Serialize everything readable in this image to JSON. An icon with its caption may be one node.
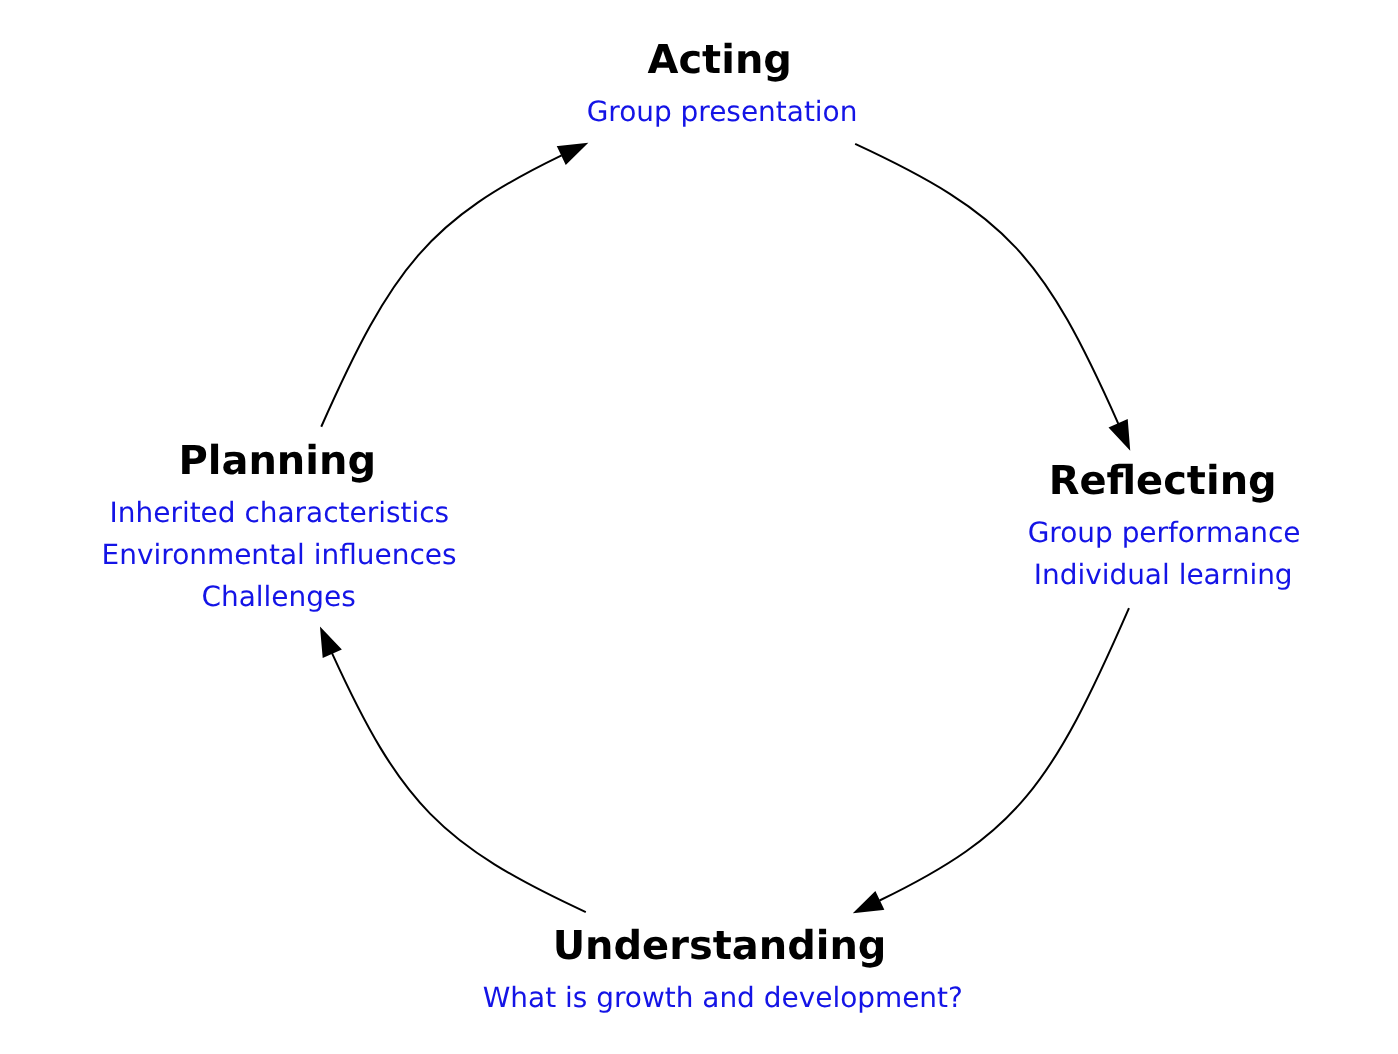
{
  "diagram": {
    "nodes": [
      {
        "text": [
          "Understanding",
          "What is growth and development?"
        ]
      },
      {
        "text": [
          "Planning",
          "Inherited characteristics",
          "Environmental influences",
          "Challenges"
        ]
      },
      {
        "text": [
          "Acting",
          "Group presentation"
        ]
      },
      {
        "text": [
          "Reflecting",
          "Group performance",
          "Individual learning"
        ]
      }
    ],
    "edges": [
      {
        "from": 0,
        "to": 1,
        "arrow": "to"
      },
      {
        "from": 1,
        "to": 2,
        "arrow": "to"
      },
      {
        "from": 2,
        "to": 3,
        "arrow": "to"
      },
      {
        "from": 3,
        "to": 0,
        "arrow": "to"
      }
    ]
  }
}
